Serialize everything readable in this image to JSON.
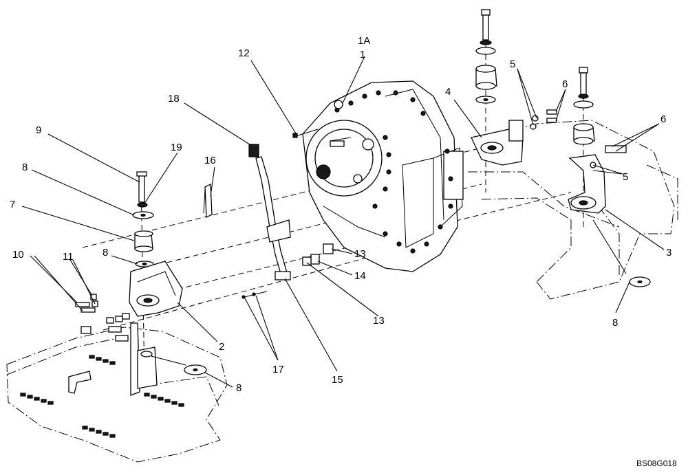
{
  "diagram": {
    "drawing_code": "BS08G018",
    "callouts": [
      {
        "id": "c-1a",
        "text": "1A"
      },
      {
        "id": "c-1",
        "text": "1"
      },
      {
        "id": "c-12",
        "text": "12"
      },
      {
        "id": "c-18",
        "text": "18"
      },
      {
        "id": "c-9",
        "text": "9"
      },
      {
        "id": "c-19",
        "text": "19"
      },
      {
        "id": "c-16",
        "text": "16"
      },
      {
        "id": "c-8a",
        "text": "8"
      },
      {
        "id": "c-7",
        "text": "7"
      },
      {
        "id": "c-8b",
        "text": "8"
      },
      {
        "id": "c-10",
        "text": "10"
      },
      {
        "id": "c-11",
        "text": "11"
      },
      {
        "id": "c-2",
        "text": "2"
      },
      {
        "id": "c-8c",
        "text": "8"
      },
      {
        "id": "c-17",
        "text": "17"
      },
      {
        "id": "c-15",
        "text": "15"
      },
      {
        "id": "c-13a",
        "text": "13"
      },
      {
        "id": "c-14",
        "text": "14"
      },
      {
        "id": "c-13b",
        "text": "13"
      },
      {
        "id": "c-4",
        "text": "4"
      },
      {
        "id": "c-5a",
        "text": "5"
      },
      {
        "id": "c-6a",
        "text": "6"
      },
      {
        "id": "c-6b",
        "text": "6"
      },
      {
        "id": "c-5b",
        "text": "5"
      },
      {
        "id": "c-3",
        "text": "3"
      },
      {
        "id": "c-8d",
        "text": "8"
      }
    ]
  }
}
